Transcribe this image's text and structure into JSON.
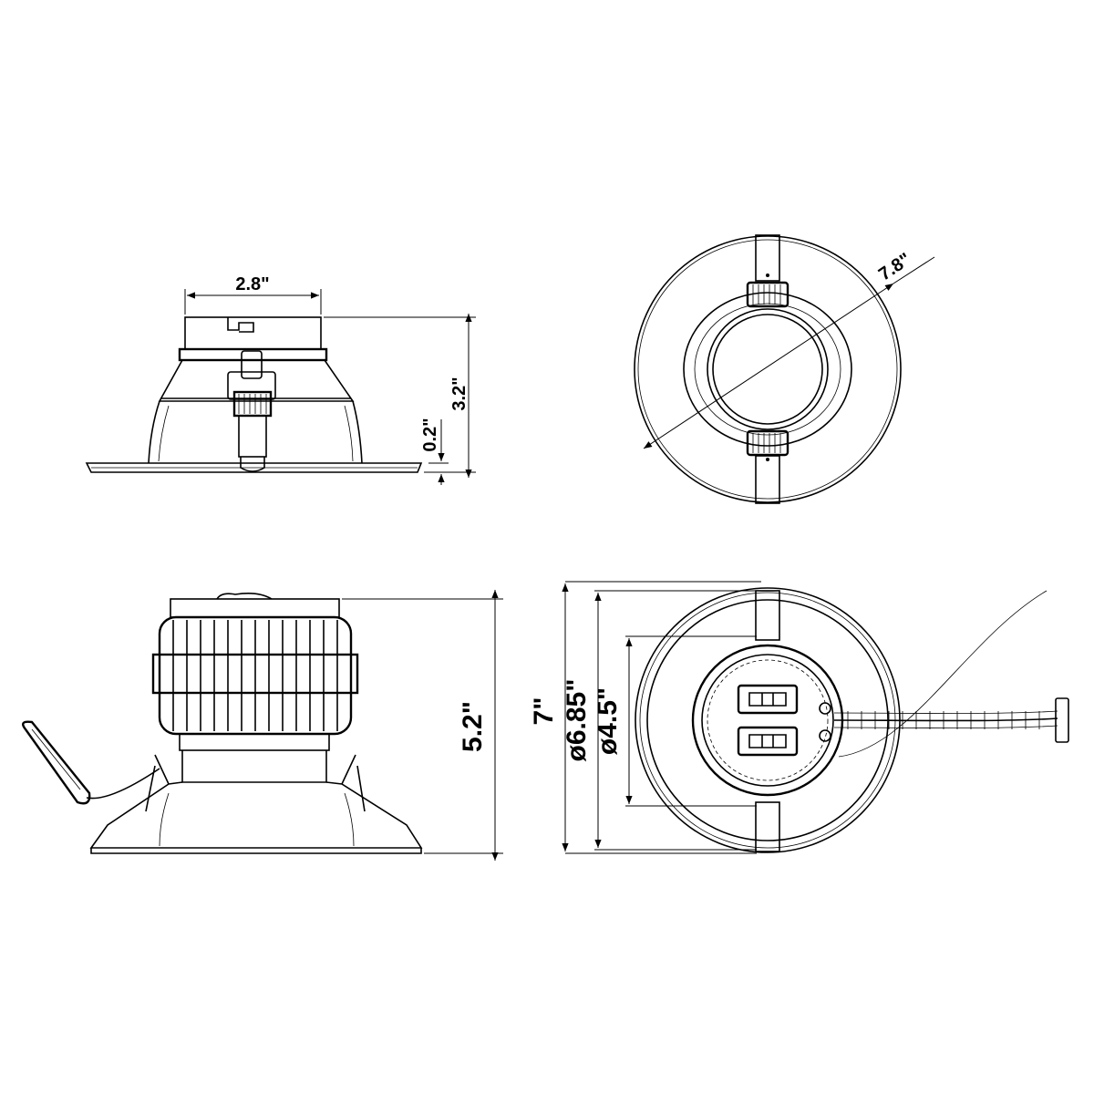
{
  "views": {
    "side_small": {
      "width_label": "2.8\"",
      "height_label": "3.2\"",
      "flange_label": "0.2\""
    },
    "top_small": {
      "diameter_label": "7.8\""
    },
    "side_large": {
      "height_label": "5.2\""
    },
    "top_large": {
      "overall_label": "7\"",
      "outer_diameter_label": "ø6.85\"",
      "inner_diameter_label": "ø4.5\""
    }
  },
  "colors": {
    "line": "#000000",
    "background": "#ffffff"
  }
}
